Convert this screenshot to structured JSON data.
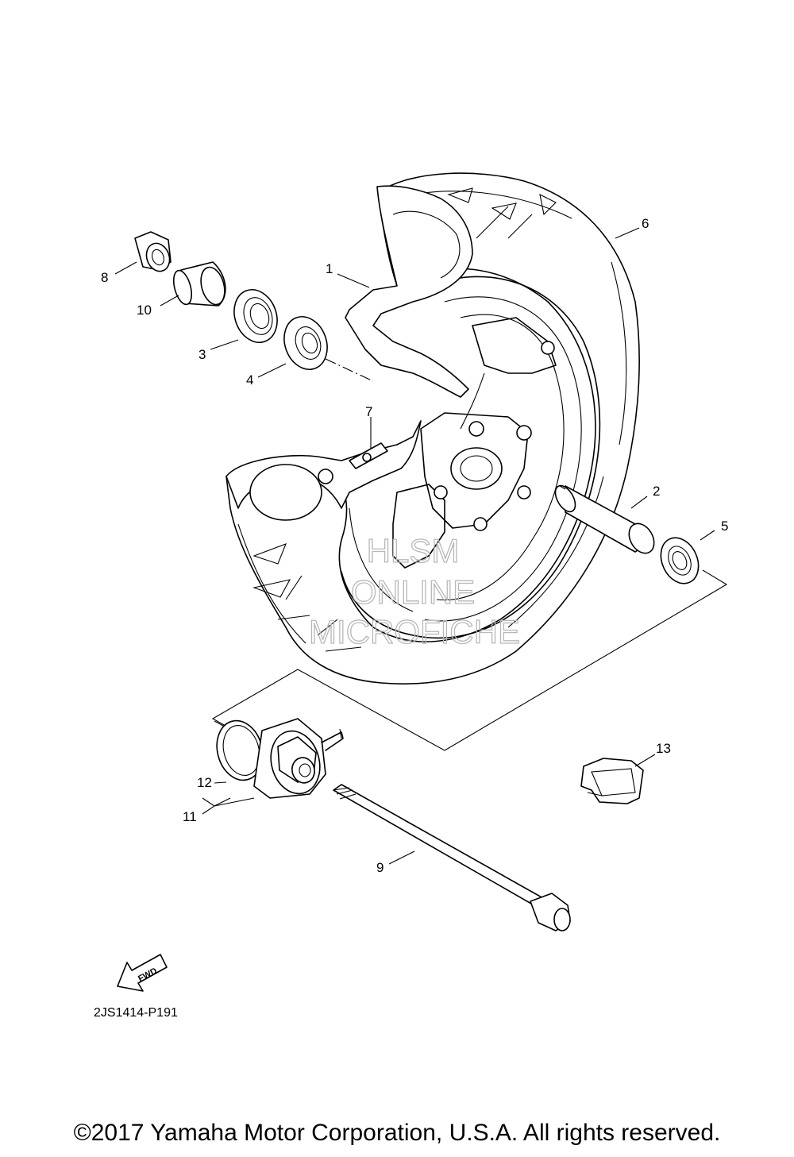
{
  "part_labels": {
    "p1": "1",
    "p2": "2",
    "p3": "3",
    "p4": "4",
    "p5": "5",
    "p6": "6",
    "p7": "7",
    "p8": "8",
    "p9": "9",
    "p10": "10",
    "p11": "11",
    "p12": "12",
    "p13": "13"
  },
  "fwd_label": "FWD",
  "reference_code": "2JS1414-P191",
  "watermark": {
    "line1": "HLSM",
    "line2": "ONLINE",
    "line3": "MICROFICHE"
  },
  "copyright": "©2017 Yamaha Motor Corporation, U.S.A. All rights reserved."
}
